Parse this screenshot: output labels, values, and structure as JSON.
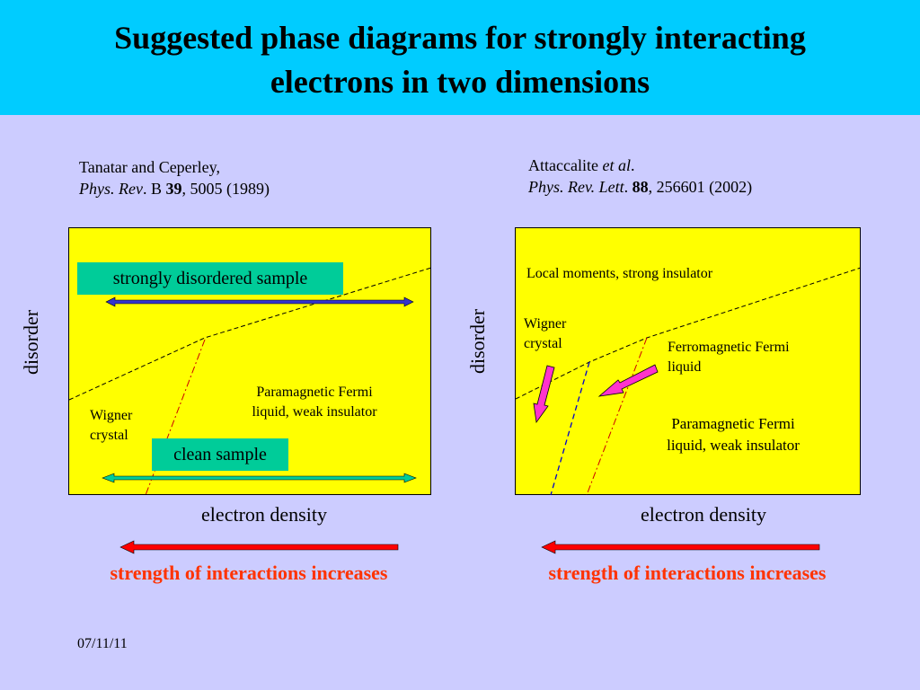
{
  "title": {
    "line1": "Suggested phase diagrams for strongly interacting",
    "line2": "electrons in two dimensions"
  },
  "left": {
    "reference": {
      "authors": "Tanatar and Ceperley,",
      "journal": "Phys. Rev",
      "series": ". B ",
      "volume": "39",
      "rest": ", 5005 (1989)"
    },
    "y_label": "disorder",
    "x_label": "electron density",
    "strong_box": "strongly disordered sample",
    "clean_box": "clean sample",
    "phase_paramagnetic": [
      "Paramagnetic Fermi",
      "liquid, weak insulator"
    ],
    "phase_wigner": [
      "Wigner",
      "crystal"
    ],
    "bottom_label": "strength of interactions increases"
  },
  "right": {
    "reference": {
      "authors": "Attaccalite ",
      "etal": "et al",
      "period": ".",
      "journal": "Phys. Rev. Lett",
      "sep": ". ",
      "volume": "88",
      "rest": ", 256601 (2002)"
    },
    "y_label": "disorder",
    "x_label": "electron density",
    "phase_local": "Local moments, strong insulator",
    "phase_wigner": [
      "Wigner",
      "crystal"
    ],
    "phase_ferro": [
      "Ferromagnetic Fermi",
      "liquid"
    ],
    "phase_paramagnetic": [
      "Paramagnetic Fermi",
      "liquid, weak insulator"
    ],
    "bottom_label": "strength of interactions increases"
  },
  "date": "07/11/11",
  "colors": {
    "title_bar": "#00ccff",
    "background": "#ccccff",
    "panel": "#ffff00",
    "box": "#00cc99",
    "red_arrow": "#ff0000",
    "red_text": "#ff3300",
    "pink_arrow": "#ff33cc",
    "blue_arrow": "#3333cc",
    "green_arrow": "#00cc99"
  }
}
